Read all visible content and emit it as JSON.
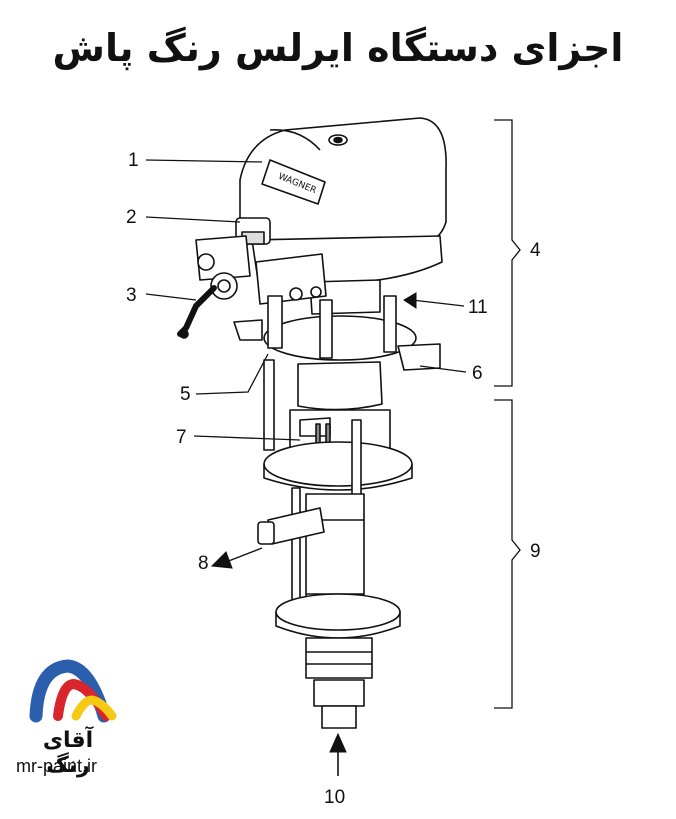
{
  "title": "اجزای دستگاه ایرلس رنگ پاش",
  "callouts": {
    "c1": "1",
    "c2": "2",
    "c3": "3",
    "c4": "4",
    "c5": "5",
    "c6": "6",
    "c7": "7",
    "c8": "8",
    "c9": "9",
    "c10": "10",
    "c11": "11"
  },
  "machine_marking": "WAGNER",
  "brand": {
    "name": "آقای رنگ",
    "url": "mr-paint.ir"
  },
  "colors": {
    "ink": "#111111",
    "logo_blue": "#2b5fad",
    "logo_red": "#d9262e",
    "logo_yellow": "#f6c915"
  }
}
